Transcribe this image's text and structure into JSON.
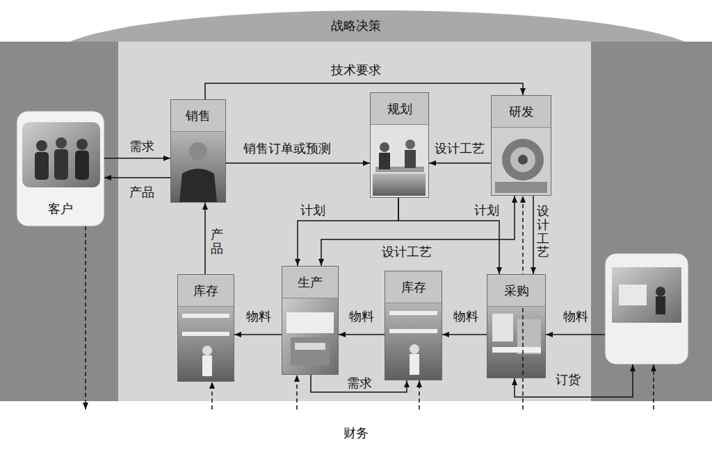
{
  "diagram": {
    "nodes": [
      {
        "text": [
          "战略决策"
        ]
      },
      {
        "text": [
          "客户"
        ]
      },
      {
        "text": [
          "销售"
        ]
      },
      {
        "text": [
          "规划"
        ]
      },
      {
        "text": [
          "研发"
        ]
      },
      {
        "text": [
          "库存"
        ]
      },
      {
        "text": [
          "生产"
        ]
      },
      {
        "text": [
          "库存"
        ]
      },
      {
        "text": [
          "采购"
        ]
      },
      {
        "text": [
          "财务"
        ]
      }
    ],
    "edges": [
      {
        "from": 1,
        "to": 2,
        "label": "需求",
        "arrow": "to"
      },
      {
        "from": 2,
        "to": 1,
        "label": "产品",
        "arrow": "to"
      },
      {
        "from": 2,
        "to": 4,
        "label": "技术要求",
        "arrow": "to"
      },
      {
        "from": 2,
        "to": 3,
        "label": "销售订单或预测",
        "arrow": "to"
      },
      {
        "from": 4,
        "to": 3,
        "label": "设计工艺",
        "arrow": "to"
      },
      {
        "from": 3,
        "to": 6,
        "label": "计划",
        "arrow": "to"
      },
      {
        "from": 3,
        "to": 8,
        "label": "计划",
        "arrow": "to"
      },
      {
        "from": 4,
        "to": 6,
        "label": "设计工艺",
        "arrow": "both"
      },
      {
        "from": 4,
        "to": 8,
        "label": "设计工艺",
        "arrow": "to"
      },
      {
        "from": 8,
        "to": 7,
        "label": "物料",
        "arrow": "to"
      },
      {
        "from": 7,
        "to": 6,
        "label": "物料",
        "arrow": "to"
      },
      {
        "from": 6,
        "to": 5,
        "label": "物料",
        "arrow": "to"
      },
      {
        "from": 5,
        "to": 2,
        "label": "产品",
        "arrow": "to"
      },
      {
        "from": 6,
        "to": 7,
        "label": "需求",
        "arrow": "to"
      },
      {
        "from": 1,
        "to": 9,
        "arrow": "to"
      },
      {
        "from": 9,
        "to": 5,
        "arrow": "to"
      },
      {
        "from": 9,
        "to": 6,
        "arrow": "to"
      },
      {
        "from": 9,
        "to": 7,
        "arrow": "to"
      },
      {
        "from": 9,
        "to": 4,
        "arrow": "to"
      }
    ],
    "labels": [
      "物料",
      "订货"
    ]
  }
}
